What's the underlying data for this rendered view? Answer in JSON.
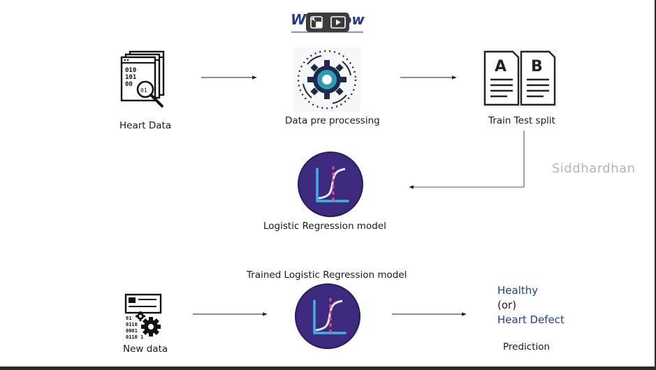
{
  "title": "Workflow",
  "watermark": "Siddhardhan",
  "nodes": {
    "heart_data": "Heart Data",
    "preprocessing": "Data pre processing",
    "split": "Train Test split",
    "model": "Logistic Regression model",
    "trained_model": "Trained Logistic Regression model",
    "new_data": "New data",
    "prediction": "Prediction"
  },
  "outcomes": {
    "healthy": "Healthy",
    "or": "(or)",
    "defect": "Heart Defect"
  },
  "icons": {
    "binary_lines_1": [
      "010",
      "101",
      "00"
    ],
    "binary_lines_2": [
      "01",
      "0110",
      "0001",
      "0110 1"
    ],
    "split_letters": [
      "A",
      "B"
    ]
  },
  "colors": {
    "title": "#1f3c88",
    "model_circle": "#3d2a7e",
    "outcome_blue": "#1f3f8a",
    "gear_teal": "#2b9bb8"
  }
}
